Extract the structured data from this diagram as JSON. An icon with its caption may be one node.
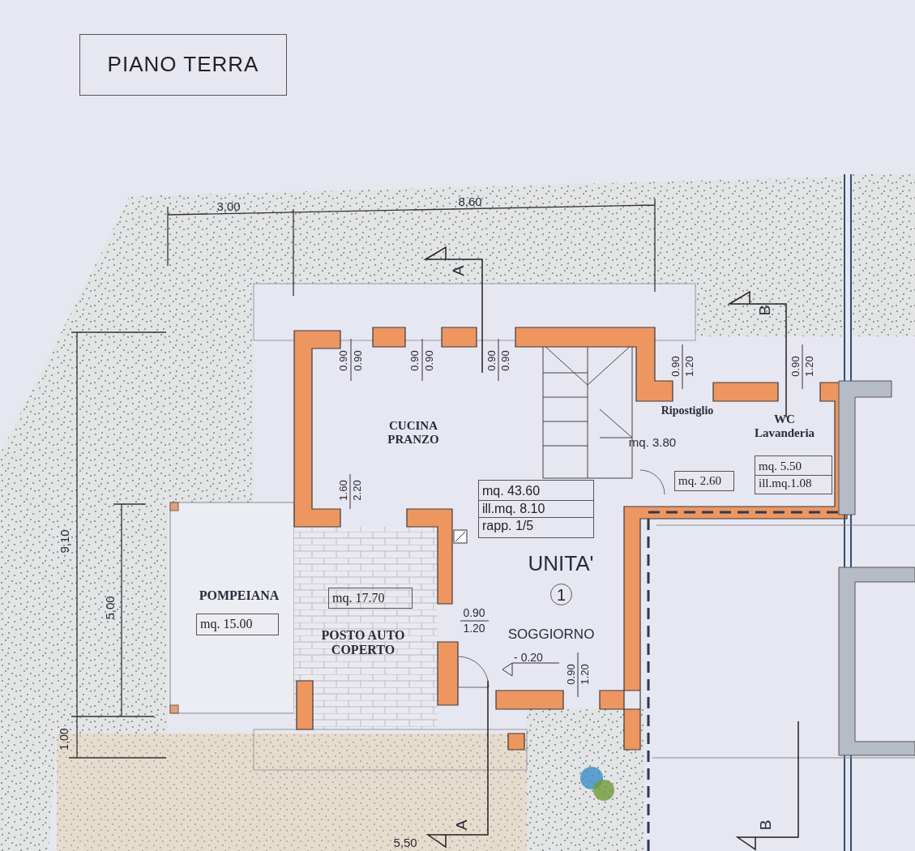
{
  "diagram": {
    "nodes": [
      {
        "text": [
          "PIANO TERRA"
        ]
      },
      {
        "text": [
          "mq. 5.50",
          "ill.mq.1.08"
        ]
      },
      {
        "text": [
          "mq. 2.60"
        ]
      },
      {
        "text": [
          "mq. 43.60",
          "ill.mq. 8.10",
          "rapp. 1/5"
        ]
      },
      {
        "text": [
          "mq. 17.70"
        ]
      },
      {
        "text": [
          "1"
        ]
      },
      {
        "text": [
          "mq. 15.00"
        ]
      }
    ],
    "labels": [
      "3,00",
      "8,60",
      "A",
      "B",
      "0.90",
      "0.90",
      "0.90",
      "0.90",
      "0.90",
      "0.90",
      "0.90",
      "1.20",
      "0.90",
      "1.20",
      "CUCINA PRANZO",
      "Ripostiglio",
      "mq. 3.80",
      "WC Lavanderia",
      "9,10",
      "1.60",
      "2.20",
      "UNITA'",
      "5,00",
      "POMPEIANA",
      "0.90",
      "1.20",
      "SOGGIORNO",
      "- 0.20",
      "0.90",
      "1.20",
      "POSTO AUTO COPERTO",
      "1,00",
      "A",
      "5,50",
      "B"
    ]
  }
}
